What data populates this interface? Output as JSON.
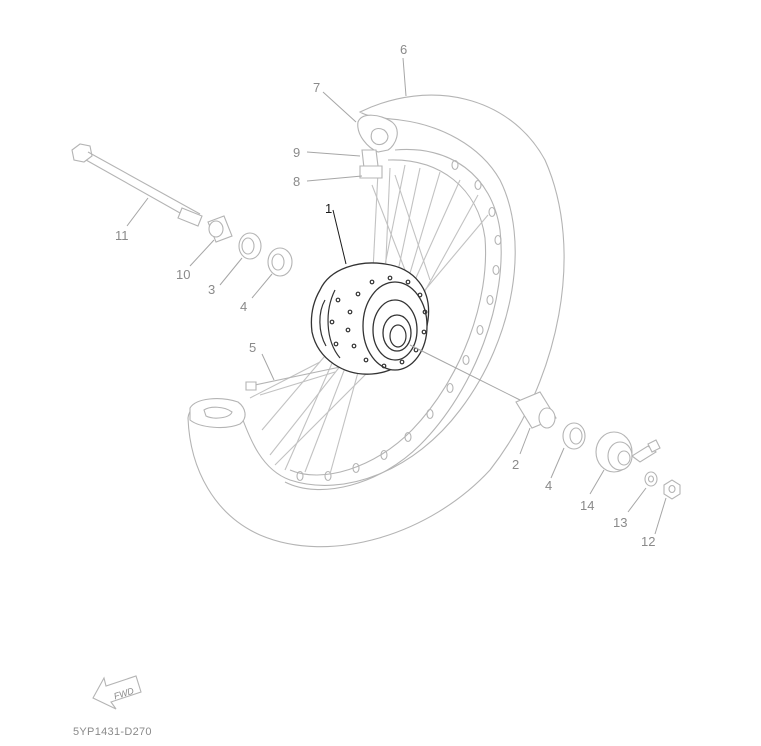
{
  "diagram": {
    "code": "5YP1431-D270",
    "fwd_label": "FWD",
    "callouts": {
      "c1": "1",
      "c2": "2",
      "c3": "3",
      "c4a": "4",
      "c4b": "4",
      "c5": "5",
      "c6": "6",
      "c7": "7",
      "c8": "8",
      "c9": "9",
      "c10": "10",
      "c11": "11",
      "c12": "12",
      "c13": "13",
      "c14": "14"
    },
    "colors": {
      "highlight": "#1a1a1a",
      "faded": "#b4b4b4",
      "label": "#8a8a8a"
    }
  }
}
